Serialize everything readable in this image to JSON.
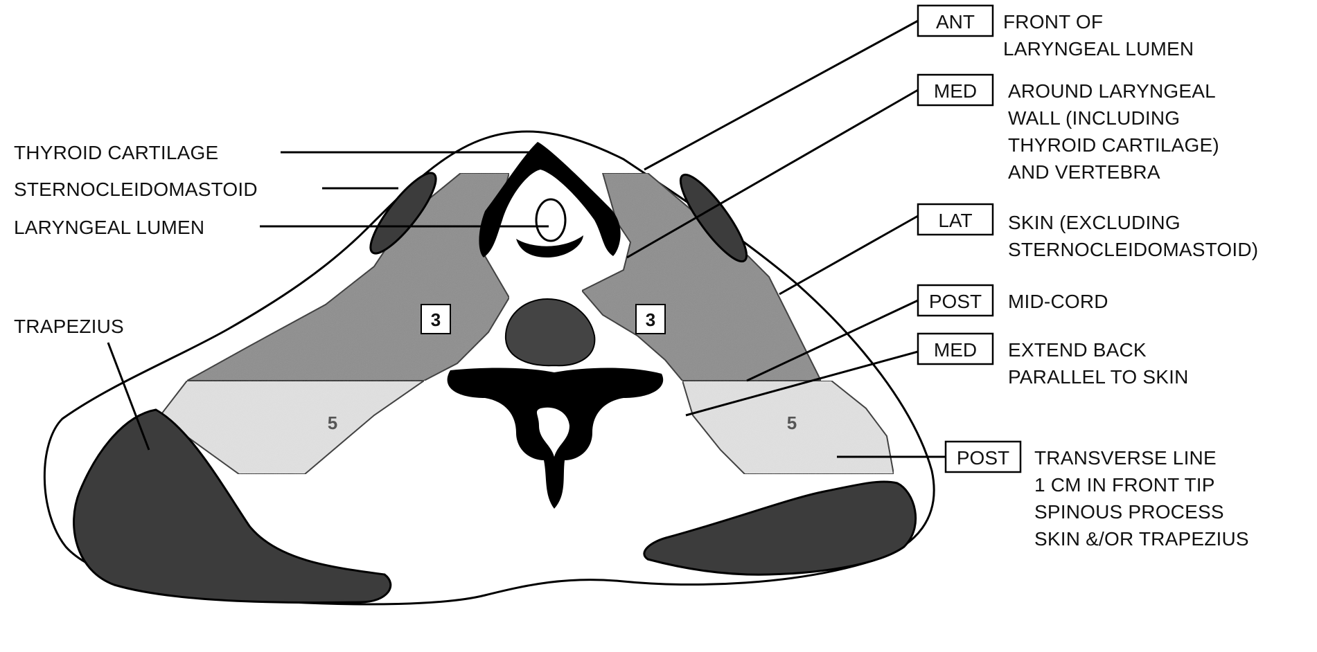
{
  "diagram": {
    "left_labels": {
      "thyroid_cartilage": "THYROID CARTILAGE",
      "sternocleidomastoid": "STERNOCLEIDOMASTOID",
      "laryngeal_lumen": "LARYNGEAL LUMEN",
      "trapezius": "TRAPEZIUS"
    },
    "region_numbers": {
      "left_3": "3",
      "right_3": "3",
      "left_5": "5",
      "right_5": "5"
    },
    "boundary_legend": [
      {
        "tag": "ANT",
        "lines": [
          "FRONT OF",
          "LARYNGEAL LUMEN"
        ]
      },
      {
        "tag": "MED",
        "lines": [
          "AROUND LARYNGEAL",
          "WALL (INCLUDING",
          "THYROID CARTILAGE)",
          "AND VERTEBRA"
        ]
      },
      {
        "tag": "LAT",
        "lines": [
          "SKIN (EXCLUDING",
          "STERNOCLEIDOMASTOID)"
        ]
      },
      {
        "tag": "POST",
        "lines": [
          "MID-CORD"
        ]
      },
      {
        "tag": "MED",
        "lines": [
          "EXTEND BACK",
          "PARALLEL TO SKIN"
        ]
      },
      {
        "tag": "POST",
        "lines": [
          "TRANSVERSE LINE",
          "1 CM IN FRONT  TIP",
          "SPINOUS PROCESS",
          "SKIN &/OR TRAPEZIUS"
        ]
      }
    ],
    "colors": {
      "level3_fill": "#8a8a8a",
      "level5_fill": "#e0e0e0",
      "muscle_fill": "#3c3c3c",
      "bone_fill": "#000000",
      "skin_fill": "#ffffff"
    }
  }
}
